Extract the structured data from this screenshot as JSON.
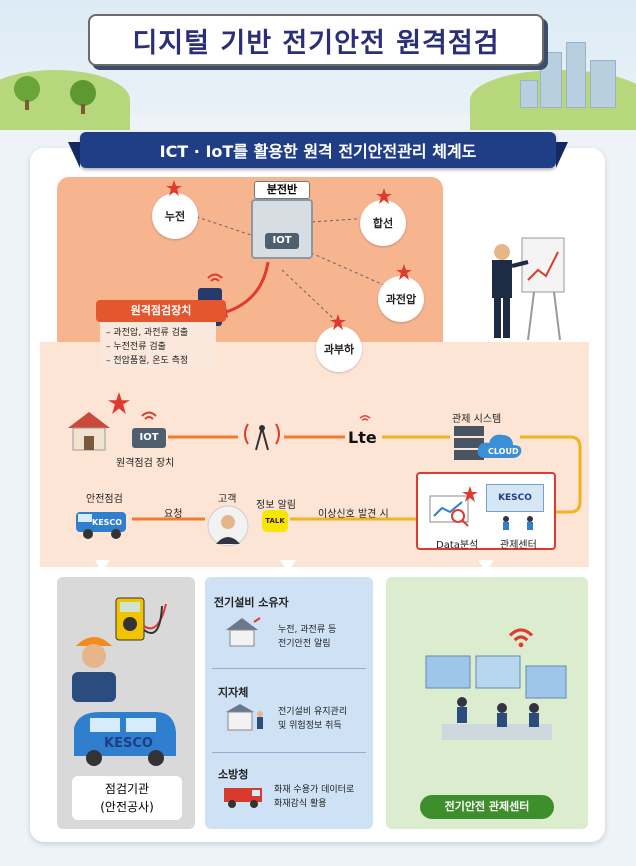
{
  "title": "디지털 기반 전기안전 원격점검",
  "subtitle": "ICT · IoT를 활용한 원격 전기안전관리 체계도",
  "panel": {
    "label": "분전반",
    "iot": "IOT"
  },
  "faults": [
    "누전",
    "합선",
    "과전압",
    "과부하"
  ],
  "device": {
    "title": "원격점검장치",
    "items": [
      "– 과전압, 과전류 검출",
      "– 누전전류 검출",
      "– 전압품질, 온도 측정"
    ]
  },
  "flow": {
    "home_iot": "IOT",
    "home_label": "원격점검 장치",
    "lte": "Lte",
    "control_system": "관제 시스템",
    "cloud": "CLOUD",
    "safety_check": "안전점검",
    "request": "요청",
    "customer": "고객",
    "notify": "정보 알림",
    "talk": "TALK",
    "abnormal": "이상신호 발견 시",
    "data_analysis": "Data분석",
    "control_center": "관제센터",
    "kesco": "KESCO"
  },
  "left_box": {
    "label_line1": "점검기관",
    "label_line2": "(안전공사)",
    "van": "KESCO"
  },
  "mid_box": {
    "sections": [
      {
        "title": "전기설비 소유자",
        "desc1": "누전, 과전류 등",
        "desc2": "전기안전 알림"
      },
      {
        "title": "지자체",
        "desc1": "전기설비 유지관리",
        "desc2": "및 위험정보 취득"
      },
      {
        "title": "소방청",
        "desc1": "화재 수용가 데이터로",
        "desc2": "화재감식 활용"
      }
    ]
  },
  "right_box": {
    "label": "전기안전 관제센터"
  },
  "colors": {
    "accent": "#1f3e86",
    "alert": "#e03a2e",
    "line": "#f0a020",
    "green": "#3e8f2c"
  }
}
